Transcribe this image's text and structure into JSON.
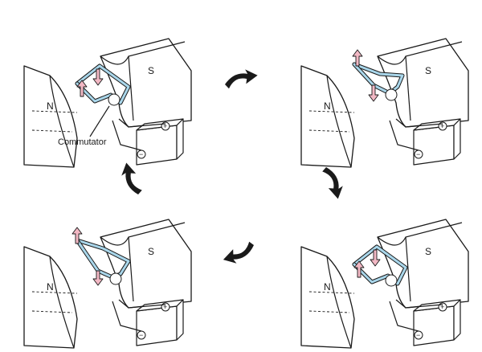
{
  "colors": {
    "coil_highlight": "#a9d6ea",
    "coil_plain": "#f2f2f2",
    "force_arrow": "#f2b8c4"
  },
  "panels": [
    {
      "north_label": "N",
      "south_label": "S",
      "positive": "+",
      "negative": "−",
      "commutator_label": "Commutator",
      "coil_angle": "horizontal",
      "force_arrows": "vertical"
    },
    {
      "north_label": "N",
      "south_label": "S",
      "positive": "+",
      "negative": "−",
      "coil_angle": "rotated"
    },
    {
      "north_label": "N",
      "south_label": "S",
      "positive": "+",
      "negative": "−",
      "coil_angle": "tilted"
    },
    {
      "north_label": "N",
      "south_label": "S",
      "positive": "+",
      "negative": "−",
      "coil_angle": "horizontal",
      "force_arrows": "vertical"
    }
  ],
  "rotation_arrows": [
    {
      "name": "top",
      "direction": "clockwise"
    },
    {
      "name": "right",
      "direction": "clockwise"
    },
    {
      "name": "bottom",
      "direction": "clockwise"
    },
    {
      "name": "left",
      "direction": "clockwise"
    }
  ]
}
